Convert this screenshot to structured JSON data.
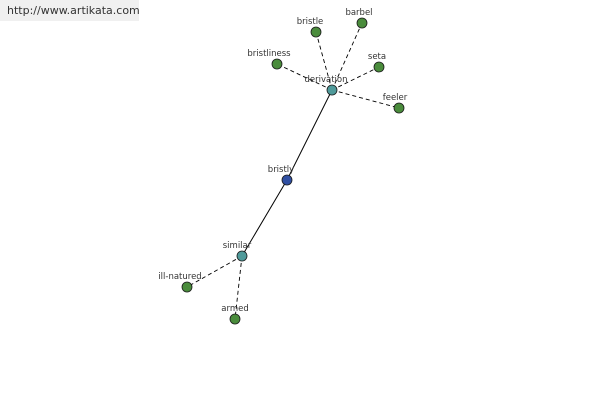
{
  "site": {
    "url": "http://www.artikata.com"
  },
  "colors": {
    "center": "#2f4fa2",
    "hub": "#4f9a9a",
    "leaf": "#4a8c3c",
    "edge": "#000000",
    "label": "#333333"
  },
  "graph": {
    "center": "bristly",
    "nodes": [
      {
        "id": "bristly",
        "label": "bristly",
        "kind": "center"
      },
      {
        "id": "derivation",
        "label": "derivation",
        "kind": "hub"
      },
      {
        "id": "similar",
        "label": "similar",
        "kind": "hub"
      },
      {
        "id": "bristle",
        "label": "bristle",
        "kind": "leaf"
      },
      {
        "id": "barbel",
        "label": "barbel",
        "kind": "leaf"
      },
      {
        "id": "bristliness",
        "label": "bristliness",
        "kind": "leaf"
      },
      {
        "id": "seta",
        "label": "seta",
        "kind": "leaf"
      },
      {
        "id": "feeler",
        "label": "feeler",
        "kind": "leaf"
      },
      {
        "id": "ill-natured",
        "label": "ill-natured",
        "kind": "leaf"
      },
      {
        "id": "armed",
        "label": "armed",
        "kind": "leaf"
      }
    ],
    "edges": [
      {
        "from": "bristly",
        "to": "derivation",
        "style": "solid"
      },
      {
        "from": "bristly",
        "to": "similar",
        "style": "solid"
      },
      {
        "from": "derivation",
        "to": "bristle",
        "style": "dashed"
      },
      {
        "from": "derivation",
        "to": "barbel",
        "style": "dashed"
      },
      {
        "from": "derivation",
        "to": "bristliness",
        "style": "dashed"
      },
      {
        "from": "derivation",
        "to": "seta",
        "style": "dashed"
      },
      {
        "from": "derivation",
        "to": "feeler",
        "style": "dashed"
      },
      {
        "from": "similar",
        "to": "ill-natured",
        "style": "dashed"
      },
      {
        "from": "similar",
        "to": "armed",
        "style": "dashed"
      }
    ]
  }
}
